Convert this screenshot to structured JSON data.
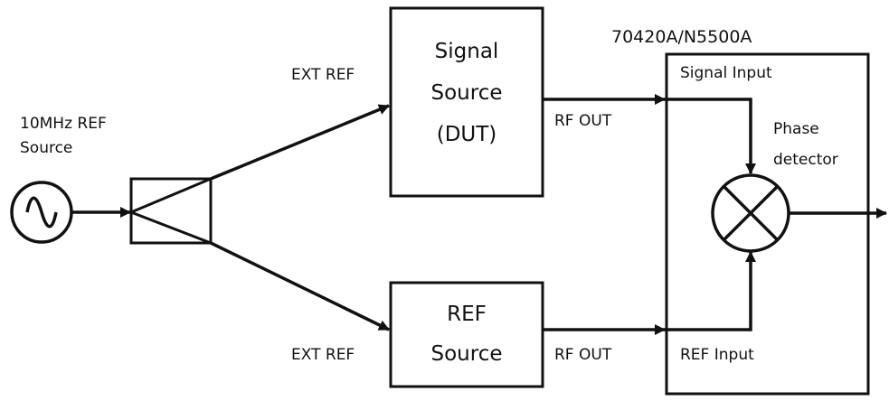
{
  "reference": {
    "label_line1": "10MHz REF",
    "label_line2": "Source",
    "icon": "sine-wave-icon"
  },
  "splitter": {
    "icon": "splitter-icon"
  },
  "signal_source": {
    "line1": "Signal",
    "line2": "Source",
    "line3": "(DUT)",
    "ext_ref_label": "EXT REF",
    "rf_out_label": "RF OUT"
  },
  "ref_source": {
    "line1": "REF",
    "line2": "Source",
    "ext_ref_label": "EXT REF",
    "rf_out_label": "RF OUT"
  },
  "analyzer": {
    "title": "70420A/N5500A",
    "signal_input_label": "Signal Input",
    "ref_input_label": "REF Input",
    "phase_detector_line1": "Phase",
    "phase_detector_line2": "detector",
    "mixer_icon": "mixer-icon"
  },
  "colors": {
    "stroke": "#111111",
    "background": "#ffffff"
  }
}
